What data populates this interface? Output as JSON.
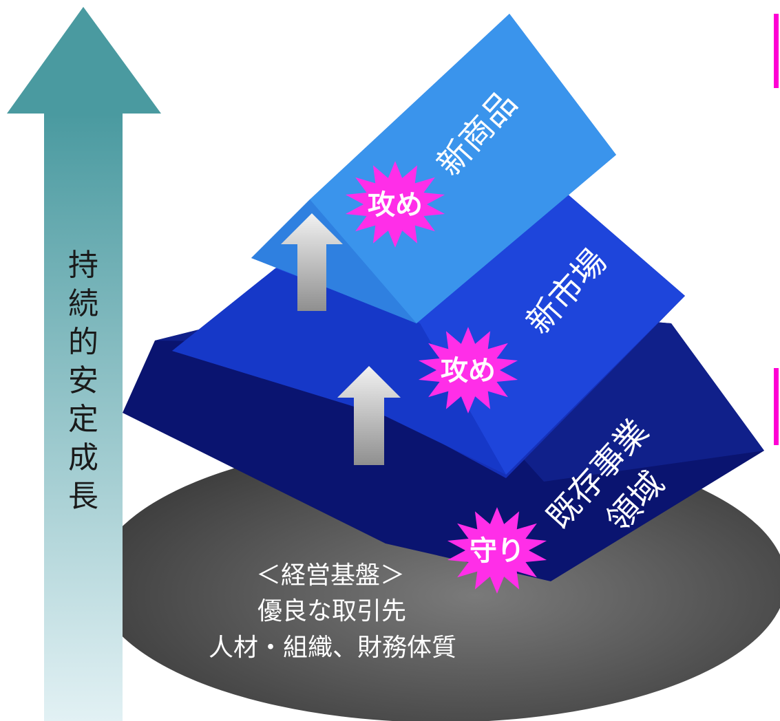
{
  "growth_arrow": {
    "label": "持続的安定成長",
    "color_top": "#4a9aa0",
    "color_bottom": "#e2f1f4"
  },
  "layers": {
    "top": {
      "label": "新商品",
      "color": "#2f8ae6"
    },
    "middle": {
      "label": "新市場",
      "color": "#1a3fd6"
    },
    "bottom": {
      "label_line1": "既存事業",
      "label_line2": "領域",
      "color": "#0d1a80"
    }
  },
  "bursts": {
    "attack_top": {
      "label": "攻め"
    },
    "attack_middle": {
      "label": "攻め"
    },
    "defend": {
      "label": "守り"
    },
    "color": "#ff2ee8"
  },
  "foundation": {
    "line1": "＜経営基盤＞",
    "line2": "優良な取引先",
    "line3": "人材・組織、財務体質",
    "color": "#6b6b6b"
  },
  "accent_bars": {
    "color": "#ff00d4"
  }
}
